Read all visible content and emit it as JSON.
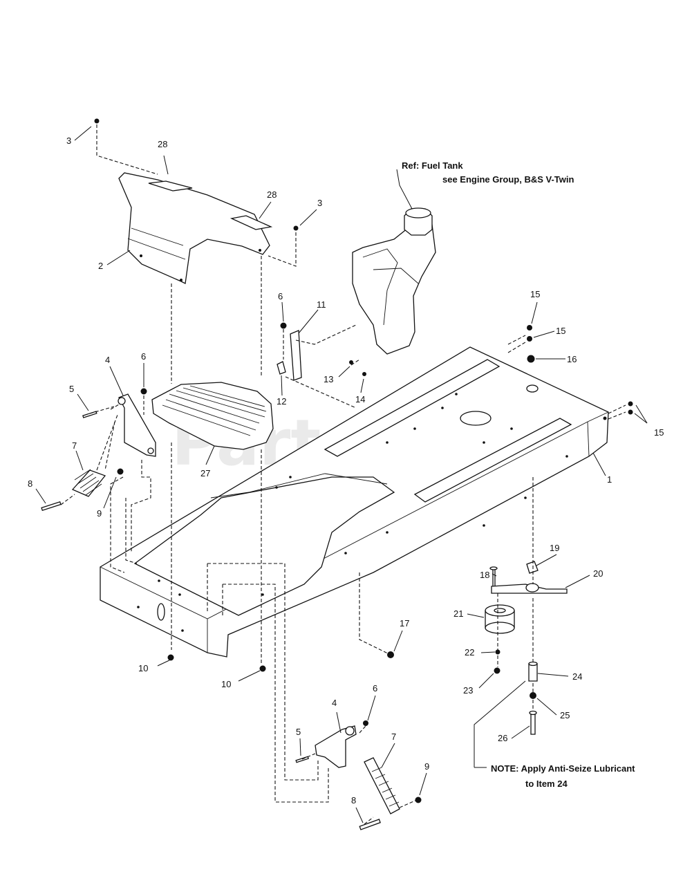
{
  "watermark": {
    "text": "PartsTree",
    "tm": "TM"
  },
  "notes": {
    "ref_line1": "Ref: Fuel Tank",
    "ref_line2": "see Engine Group, B&S V-Twin",
    "lube_line1": "NOTE: Apply Anti-Seize Lubricant",
    "lube_line2": "to Item 24"
  },
  "callouts": {
    "c1": "1",
    "c2": "2",
    "c3a": "3",
    "c3b": "3",
    "c4a": "4",
    "c4b": "4",
    "c5a": "5",
    "c5b": "5",
    "c6a": "6",
    "c6b": "6",
    "c6c": "6",
    "c7a": "7",
    "c7b": "7",
    "c8a": "8",
    "c8b": "8",
    "c9a": "9",
    "c9b": "9",
    "c10a": "10",
    "c10b": "10",
    "c11": "11",
    "c12": "12",
    "c13": "13",
    "c14": "14",
    "c15a": "15",
    "c15b": "15",
    "c15c": "15",
    "c16": "16",
    "c17": "17",
    "c18": "18",
    "c19": "19",
    "c20": "20",
    "c21": "21",
    "c22": "22",
    "c23": "23",
    "c24": "24",
    "c25": "25",
    "c26": "26",
    "c27": "27",
    "c28a": "28",
    "c28b": "28"
  }
}
